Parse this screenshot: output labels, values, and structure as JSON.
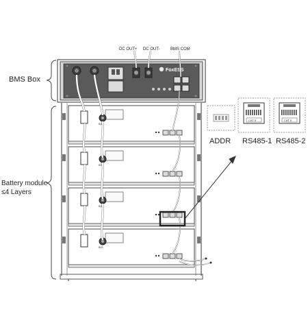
{
  "labels": {
    "bms_box": "BMS Box",
    "battery_module_line1": "Battery module",
    "battery_module_line2": "≤4 Layers",
    "dc_out_plus": "DC OUT+",
    "dc_out_minus": "DC OUT-",
    "bms_com": "BMS COM",
    "brand": "FoxESS"
  },
  "ports": [
    {
      "name": "ADDR"
    },
    {
      "name": "RS485-1"
    },
    {
      "name": "RS485-2"
    }
  ],
  "jack_text": "CAT 5",
  "module_terminal_text": "BAT-",
  "battery_layers": 4,
  "colors": {
    "line": "#333333",
    "bms_panel": "#5a5a5a",
    "frame": "#555555",
    "highlight": "#222222"
  }
}
